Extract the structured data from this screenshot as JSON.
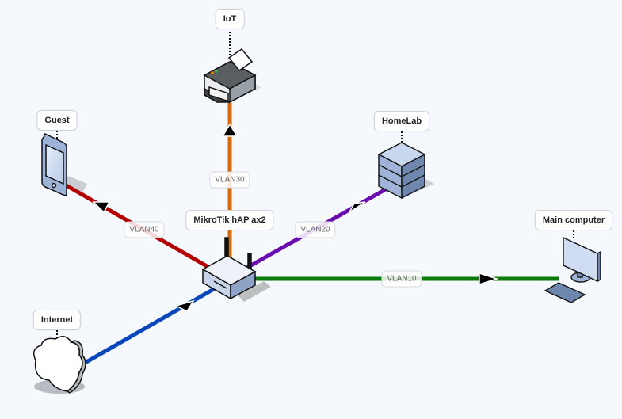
{
  "diagram": {
    "nodes": {
      "router": {
        "label": "MikroTik hAP ax2"
      },
      "iot": {
        "label": "IoT"
      },
      "guest": {
        "label": "Guest"
      },
      "homelab": {
        "label": "HomeLab"
      },
      "main_computer": {
        "label": "Main computer"
      },
      "internet": {
        "label": "Internet"
      }
    },
    "links": [
      {
        "from": "router",
        "to": "iot",
        "label": "VLAN30",
        "color": "#d46a0b"
      },
      {
        "from": "router",
        "to": "guest",
        "label": "VLAN40",
        "color": "#b30000"
      },
      {
        "from": "router",
        "to": "homelab",
        "label": "VLAN20",
        "color": "#6a0dad"
      },
      {
        "from": "router",
        "to": "main_computer",
        "label": "VLAN10",
        "color": "#0a7a0a"
      },
      {
        "from": "internet",
        "to": "router",
        "label": "",
        "color": "#0a47b8"
      }
    ]
  }
}
